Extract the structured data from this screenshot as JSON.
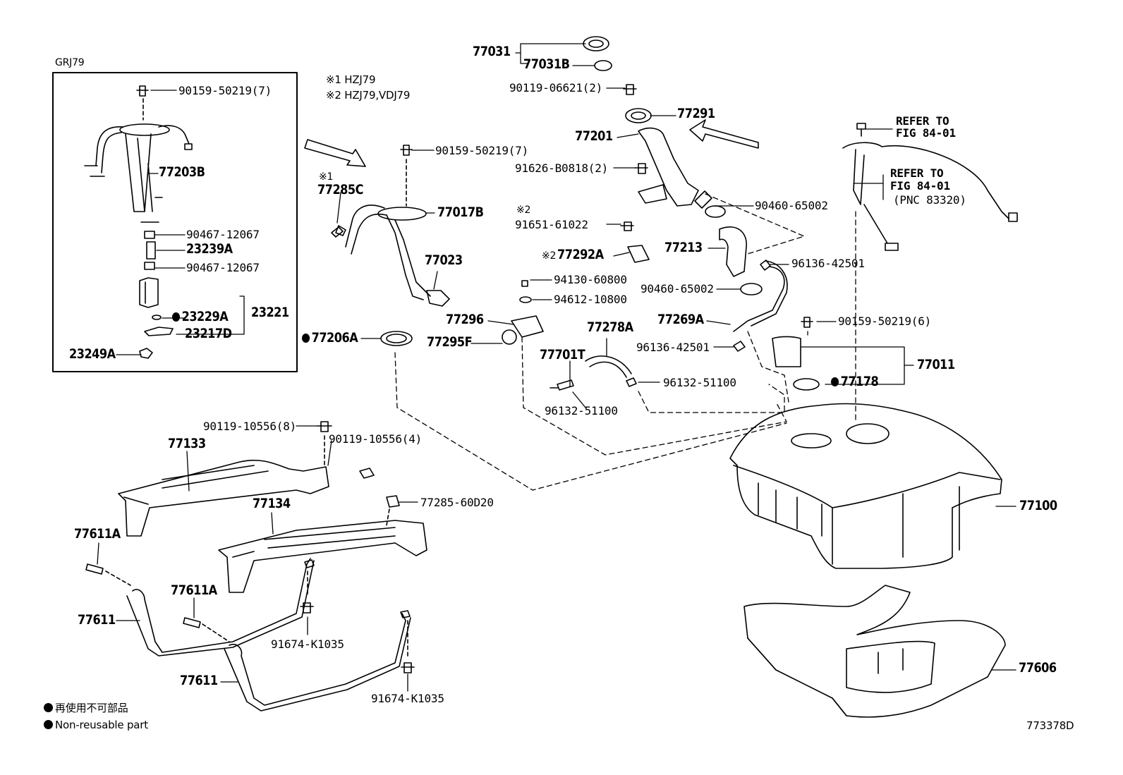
{
  "frame_title": "GRJ79",
  "notes": {
    "n1": "※1 HZJ79",
    "n2": "※2 HZJ79,VDJ79"
  },
  "legend": {
    "jp": "再使用不可部品",
    "en": "Non-reusable part"
  },
  "diagram_id": "773378D",
  "refer": {
    "r1_line1": "REFER TO",
    "r1_line2": "FIG 84-01",
    "r2_line1": "REFER TO",
    "r2_line2": "FIG 84-01",
    "r2_line3": "(PNC 83320)"
  },
  "parts": {
    "p90159_7_box": "90159-50219(7)",
    "p77203B": "77203B",
    "p90467_a": "90467-12067",
    "p23239A": "23239A",
    "p90467_b": "90467-12067",
    "p23229A": "23229A",
    "p23221": "23221",
    "p23217D": "23217D",
    "p23249A": "23249A",
    "p90159_7_mid": "90159-50219(7)",
    "p77285C": "77285C",
    "p77017B": "77017B",
    "p77023": "77023",
    "p77206A": "77206A",
    "p77296": "77296",
    "p77295F": "77295F",
    "p77031": "77031",
    "p77031B": "77031B",
    "p90119_06621": "90119-06621(2)",
    "p77291": "77291",
    "p77201": "77201",
    "p91626": "91626-B0818(2)",
    "p90460_a": "90460-65002",
    "mark2": "※2",
    "p91651": "91651-61022",
    "p77213": "77213",
    "p77292A": "77292A",
    "p96136_a": "96136-42501",
    "p94130": "94130-60800",
    "p90460_b": "90460-65002",
    "p94612": "94612-10800",
    "p77278A": "77278A",
    "p77269A": "77269A",
    "p90159_6": "90159-50219(6)",
    "p96136_b": "96136-42501",
    "p77701T": "77701T",
    "p77011": "77011",
    "p96132_a": "96132-51100",
    "p77178": "77178",
    "p96132_b": "96132-51100",
    "p90119_8": "90119-10556(8)",
    "p90119_4": "90119-10556(4)",
    "p77133": "77133",
    "p77285_60D20": "77285-60D20",
    "p77134": "77134",
    "p77100": "77100",
    "p77611A_a": "77611A",
    "p77611A_b": "77611A",
    "p77611_a": "77611",
    "p91674_a": "91674-K1035",
    "p77611_b": "77611",
    "p91674_b": "91674-K1035",
    "p77606": "77606"
  }
}
